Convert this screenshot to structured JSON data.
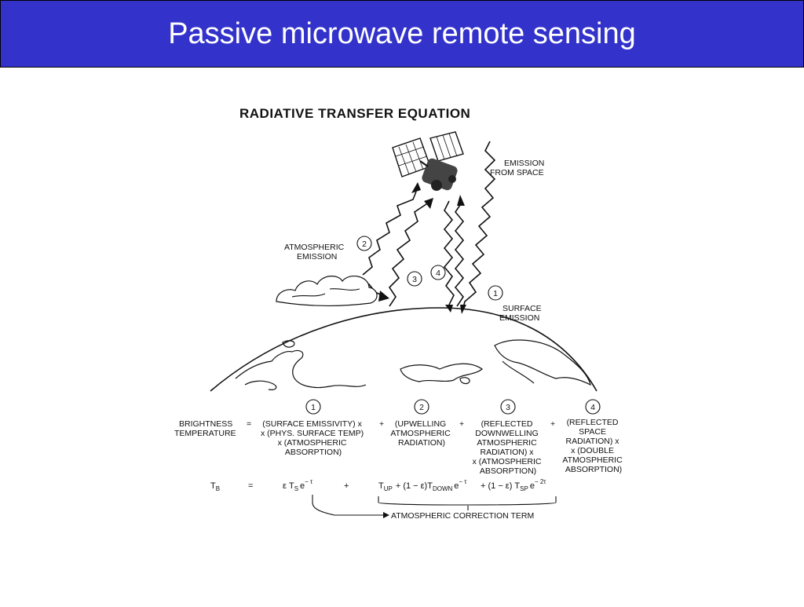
{
  "slide": {
    "title": "Passive microwave remote sensing"
  },
  "figure": {
    "heading": "RADIATIVE TRANSFER EQUATION",
    "labels": {
      "emission_from_space": [
        "EMISSION",
        "FROM SPACE"
      ],
      "atmospheric_emission": [
        "ATMOSPHERIC",
        "EMISSION"
      ],
      "surface_emission": [
        "SURFACE",
        "EMISSION"
      ]
    },
    "path_markers": [
      "1",
      "2",
      "3",
      "4"
    ],
    "equation": {
      "lhs": [
        "BRIGHTNESS",
        "TEMPERATURE"
      ],
      "equals": "=",
      "plus": "+",
      "terms": [
        {
          "number": "1",
          "lines": [
            "(SURFACE EMISSIVITY) x",
            "x (PHYS. SURFACE TEMP)",
            "x (ATMOSPHERIC",
            "ABSORPTION)"
          ]
        },
        {
          "number": "2",
          "lines": [
            "(UPWELLING",
            "ATMOSPHERIC",
            "RADIATION)"
          ]
        },
        {
          "number": "3",
          "lines": [
            "(REFLECTED",
            "DOWNWELLING",
            "ATMOSPHERIC",
            "RADIATION) x",
            "x (ATMOSPHERIC",
            "ABSORPTION)"
          ]
        },
        {
          "number": "4",
          "lines": [
            "(REFLECTED",
            "SPACE",
            "RADIATION) x",
            "x (DOUBLE",
            "ATMOSPHERIC",
            "ABSORPTION)"
          ]
        }
      ],
      "formula": {
        "tb": "T",
        "tb_sub": "B",
        "term1": "ε T",
        "term1_sub": "S",
        "term1_e": "e",
        "term1_exp": "− τ",
        "term2a": "T",
        "term2a_sub": "UP",
        "term2b": "+ (1 − ε)T",
        "term2b_sub": "DOWN",
        "term2_e": "e",
        "term2_exp": "− τ",
        "term3": "+ (1 − ε) T",
        "term3_sub": "SP",
        "term3_e": "e",
        "term3_exp": "− 2τ"
      },
      "correction_label": "ATMOSPHERIC CORRECTION TERM"
    }
  }
}
